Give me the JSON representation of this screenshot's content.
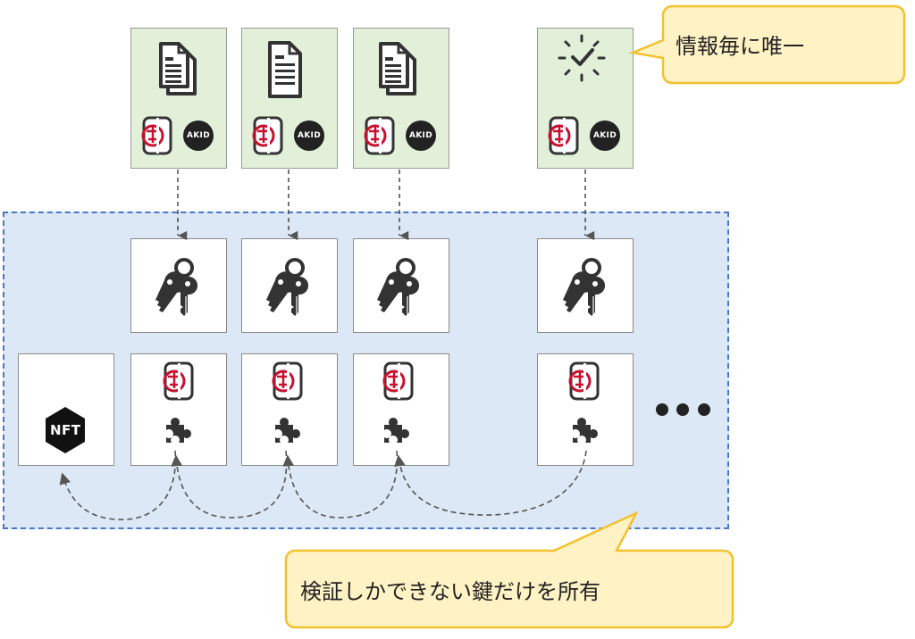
{
  "callouts": {
    "unique": "情報毎に唯一",
    "ownership": "検証しかできない鍵だけを所有"
  },
  "badges": {
    "akid": "AKID",
    "nft": "NFT"
  },
  "icons": {
    "document": "document-stack-icon",
    "clock": "clock-icon",
    "stamp": "seal-stamp-icon",
    "key": "keys-icon",
    "puzzle": "puzzle-piece-icon",
    "ellipsis": "ellipsis-icon"
  },
  "colors": {
    "region_fill": "#dce8f5",
    "region_border": "#4a78c8",
    "info_fill": "#e3f0d9",
    "callout_fill": "#fff2c4",
    "callout_border": "#f2c12e",
    "stamp_red": "#c8102e"
  }
}
